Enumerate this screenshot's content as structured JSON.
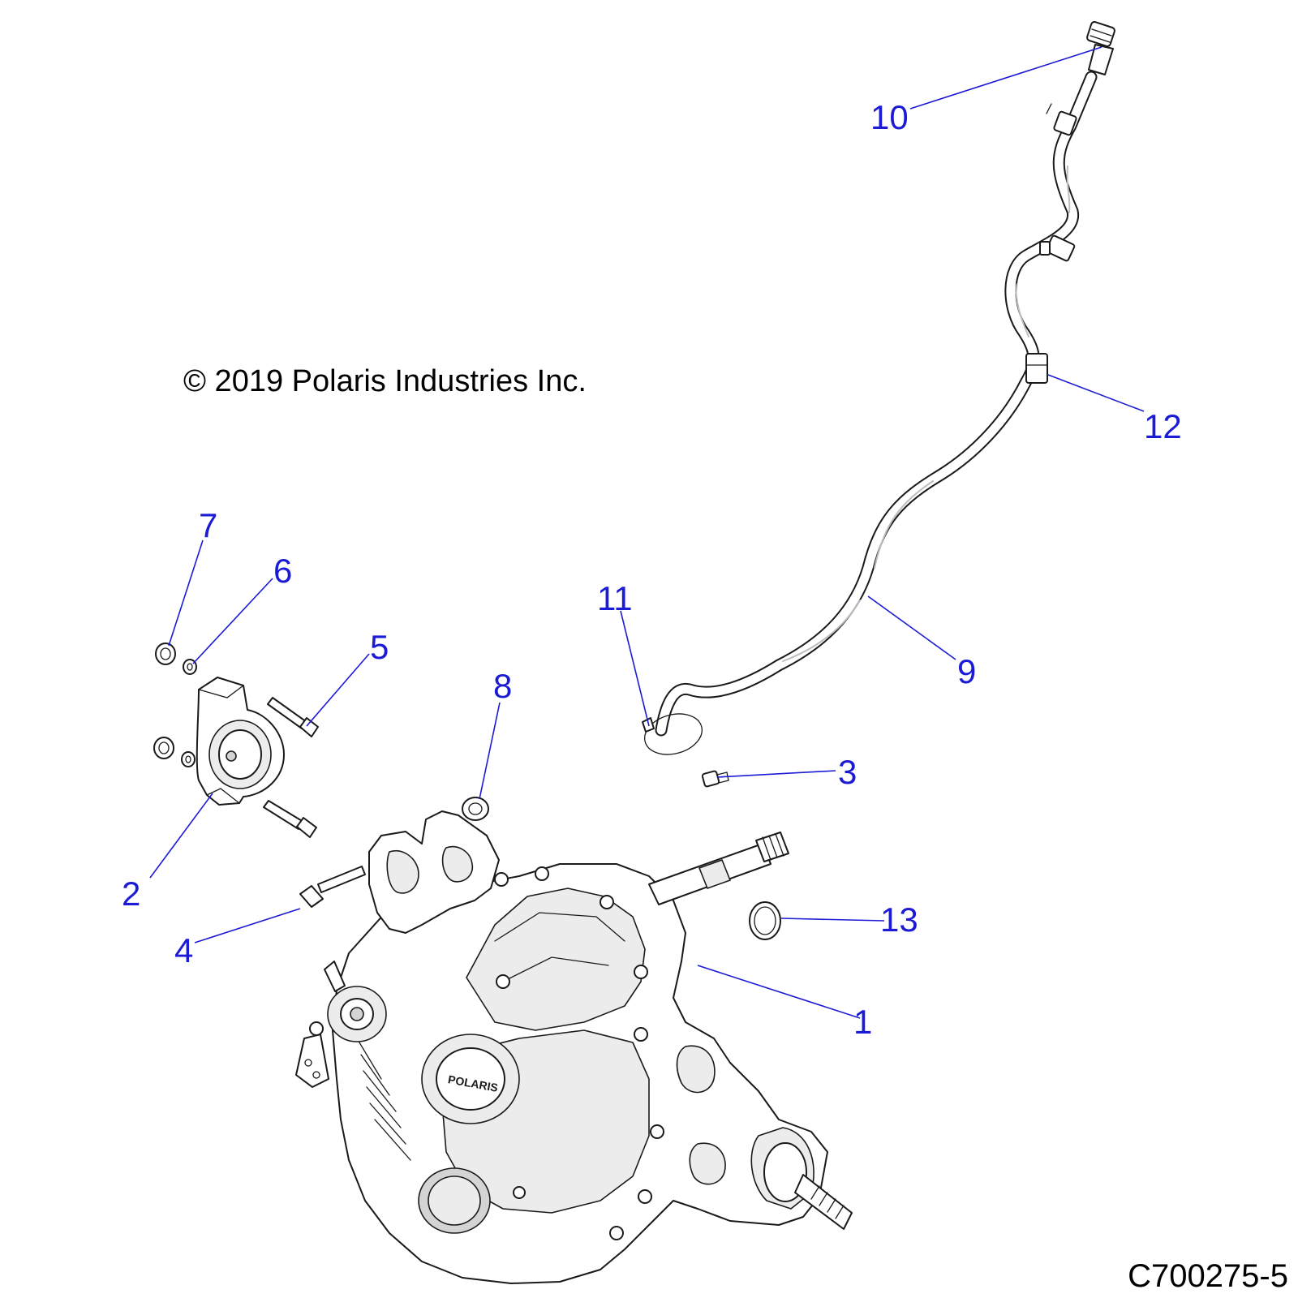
{
  "diagram": {
    "copyright": "© 2019 Polaris Industries Inc.",
    "figure_id": "C700275-5",
    "callouts": [
      {
        "id": "c1",
        "label": "1"
      },
      {
        "id": "c2",
        "label": "2"
      },
      {
        "id": "c3",
        "label": "3"
      },
      {
        "id": "c4",
        "label": "4"
      },
      {
        "id": "c5",
        "label": "5"
      },
      {
        "id": "c6",
        "label": "6"
      },
      {
        "id": "c7",
        "label": "7"
      },
      {
        "id": "c8",
        "label": "8"
      },
      {
        "id": "c9",
        "label": "9"
      },
      {
        "id": "c10",
        "label": "10"
      },
      {
        "id": "c11",
        "label": "11"
      },
      {
        "id": "c12",
        "label": "12"
      },
      {
        "id": "c13",
        "label": "13"
      }
    ],
    "colors": {
      "callout": "#1b1bd6",
      "linework": "#1a1a1a",
      "background": "#ffffff"
    }
  }
}
